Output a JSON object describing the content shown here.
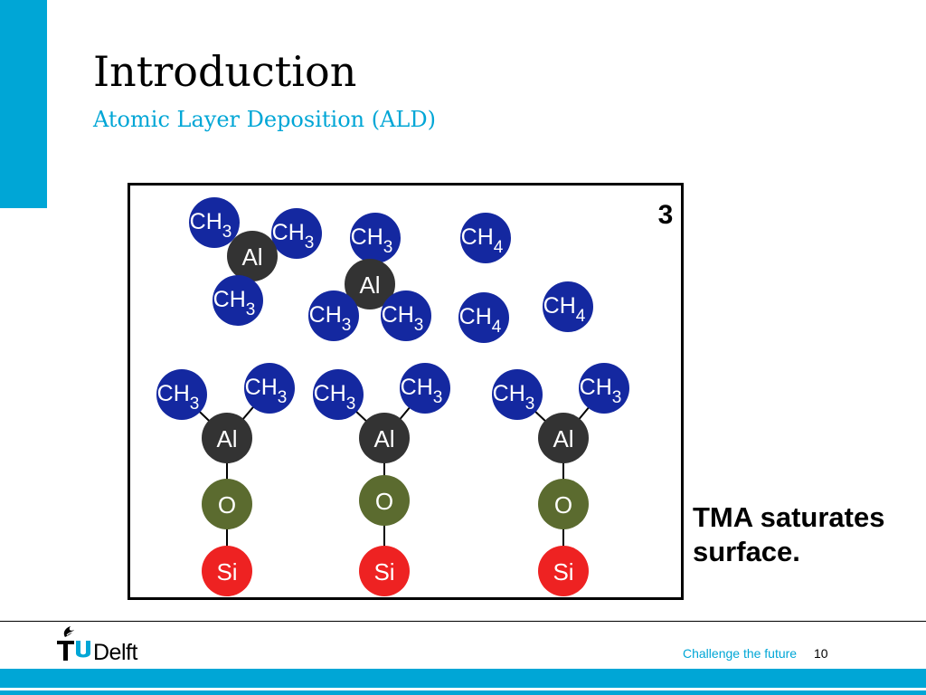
{
  "slide": {
    "title": "Introduction",
    "subtitle": "Atomic Layer Deposition (ALD)",
    "caption_line1": "TMA saturates",
    "caption_line2": "surface.",
    "footer_text": "Challenge the future",
    "page_number": "10",
    "logo_text": "TUDelft"
  },
  "diagram": {
    "step_number": "3",
    "labels": {
      "ch3_main": "CH",
      "ch3_sub": "3",
      "ch4_main": "CH",
      "ch4_sub": "4",
      "al": "Al",
      "o": "O",
      "si": "Si"
    },
    "colors": {
      "methyl": "#1428a0",
      "aluminium": "#333333",
      "oxygen": "#5b6b2f",
      "silicon": "#ee2222",
      "accent": "#00a6d6"
    }
  }
}
